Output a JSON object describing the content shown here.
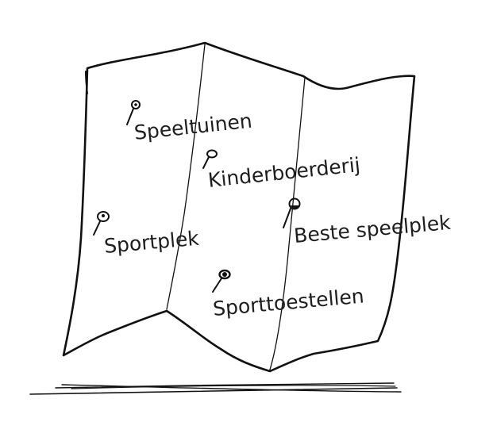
{
  "map": {
    "pins": [
      {
        "label": "Speeltuinen",
        "icon": "map-pin-icon"
      },
      {
        "label": "Kinderboerderij",
        "icon": "map-pin-icon"
      },
      {
        "label": "Sportplek",
        "icon": "map-pin-icon"
      },
      {
        "label": "Beste speelplek",
        "icon": "map-pin-icon"
      },
      {
        "label": "Sporttoestellen",
        "icon": "map-pin-icon"
      }
    ]
  },
  "colors": {
    "ink": "#111111",
    "paper": "#ffffff",
    "text": "#1e1e1e"
  }
}
